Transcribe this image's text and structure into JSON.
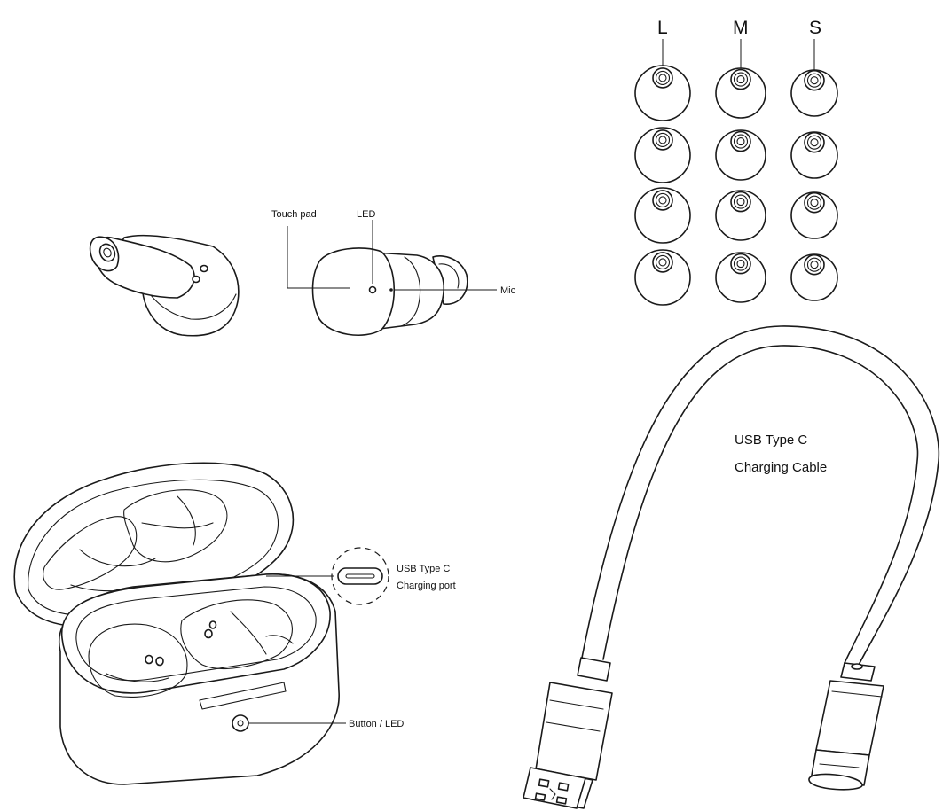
{
  "labels": {
    "touch_pad": "Touch pad",
    "led": "LED",
    "mic": "Mic",
    "usb_port_line1": "USB Type  C",
    "usb_port_line2": "Charging port",
    "button_led": "Button / LED",
    "cable_line1": "USB Type  C",
    "cable_line2": "Charging Cable"
  },
  "ear_tip_sizes": [
    "L",
    "M",
    "S"
  ],
  "line_color": "#1a1a1a"
}
